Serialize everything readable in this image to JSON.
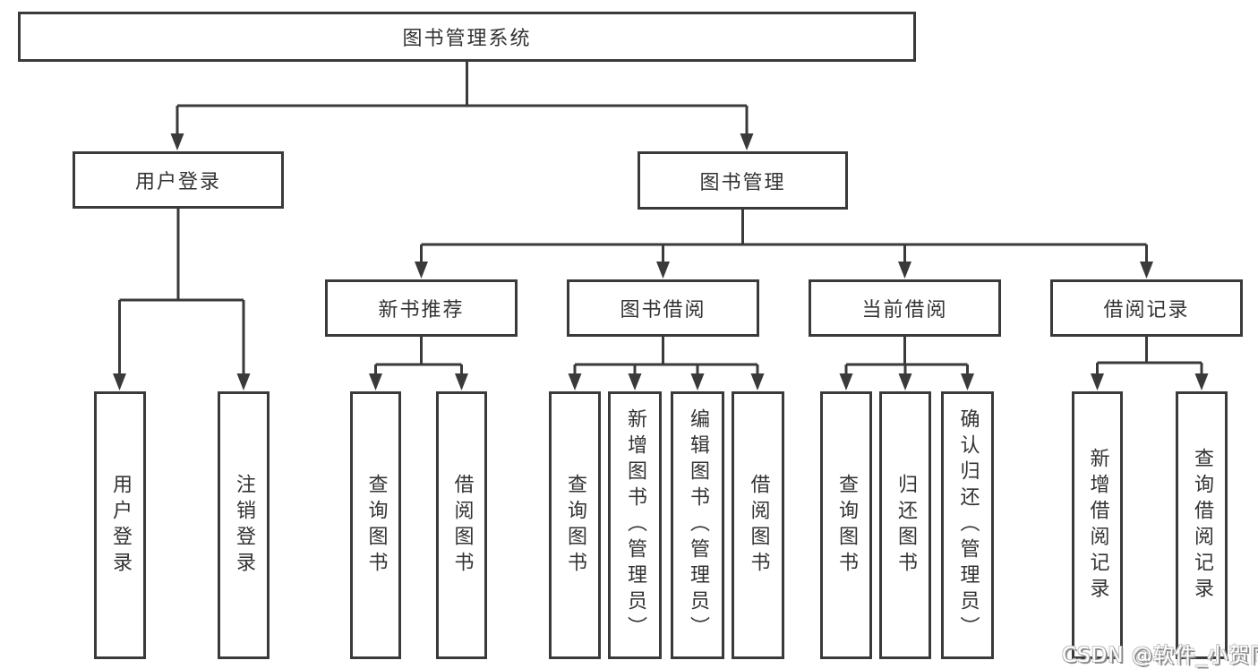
{
  "diagram_title": "图书管理系统",
  "nodes": {
    "root": "图书管理系统",
    "user_login": "用户登录",
    "book_mgmt": "图书管理",
    "new_book_rec": "新书推荐",
    "book_borrow": "图书借阅",
    "current_borrow": "当前借阅",
    "borrow_record": "借阅记录",
    "leaf_user_login": "用户登录",
    "leaf_logout": "注销登录",
    "leaf_a_query": "查询图书",
    "leaf_a_borrow": "借阅图书",
    "leaf_b_query": "查询图书",
    "leaf_b_add": "新增图书（管理员）",
    "leaf_b_edit": "编辑图书（管理员）",
    "leaf_b_borrow": "借阅图书",
    "leaf_c_query": "查询图书",
    "leaf_c_return": "归还图书",
    "leaf_c_confirm": "确认归还（管理员）",
    "leaf_d_add": "新增借阅记录",
    "leaf_d_query": "查询借阅记录"
  },
  "watermark": "CSDN @软件_小贺同学",
  "colors": {
    "line": "#3a3a3a",
    "text": "#333333",
    "background": "#ffffff",
    "watermark_text": "#ffffff",
    "watermark_shadow": "#8a8a8a"
  },
  "hierarchy": {
    "图书管理系统": {
      "用户登录": [
        "用户登录",
        "注销登录"
      ],
      "图书管理": {
        "新书推荐": [
          "查询图书",
          "借阅图书"
        ],
        "图书借阅": [
          "查询图书",
          "新增图书（管理员）",
          "编辑图书（管理员）",
          "借阅图书"
        ],
        "当前借阅": [
          "查询图书",
          "归还图书",
          "确认归还（管理员）"
        ],
        "借阅记录": [
          "新增借阅记录",
          "查询借阅记录"
        ]
      }
    }
  }
}
